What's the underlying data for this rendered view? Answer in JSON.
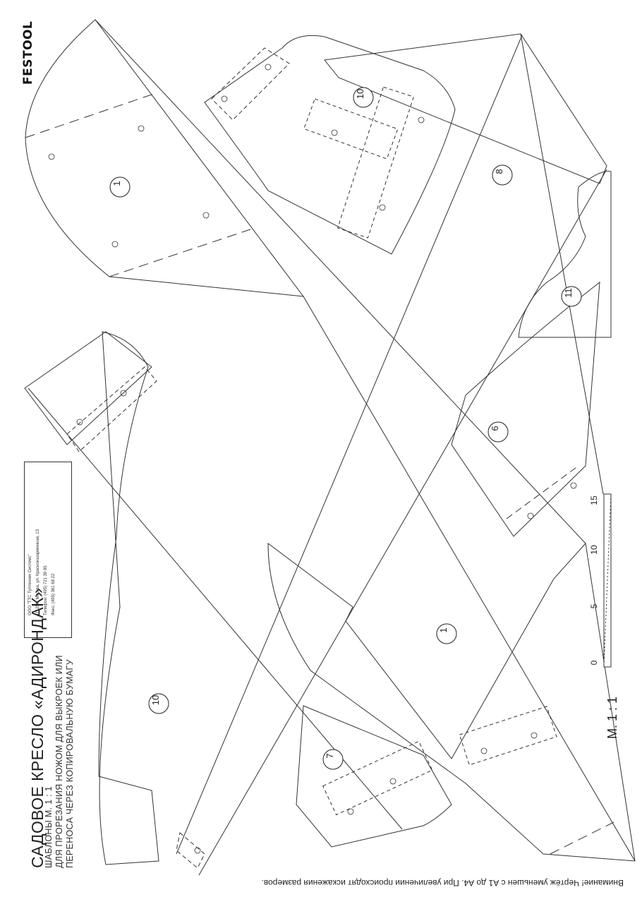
{
  "brand": {
    "logo_text": "FESTOOL"
  },
  "title": "САДОВОЕ КРЕСЛО «АДИРОНДАК»",
  "subtitle_lines": [
    "ШАБЛОНЫ М. 1 : 1",
    "ДЛЯ ПРОРЕЗАНИЯ НОЖОМ ДЛЯ ВЫКРОЕК ИЛИ",
    "ПЕРЕНОСА ЧЕРЕЗ КОПИРОВАЛЬНУЮ БУМАГУ"
  ],
  "company": {
    "name": "ООО \"ТТС Тултехник Системс\"",
    "address": "111250, Москва, ул. Красноказарменная, 13",
    "phone": "Телефон: (495) 721 39 85",
    "fax": "Факс: (495) 361 68 22"
  },
  "parts": {
    "p1_top": "1",
    "p1_bottom": "1",
    "p6": "6",
    "p7": "7",
    "p8": "8",
    "p10_top": "10",
    "p10_bottom": "10",
    "p11": "11"
  },
  "scale": {
    "label": "М. 1 : 1",
    "ticks": [
      "0",
      "5",
      "10",
      "15"
    ]
  },
  "warning": "Внимание! Чертёж уменьшен с А1 до А4. При увеличении происходят искажения размеров."
}
